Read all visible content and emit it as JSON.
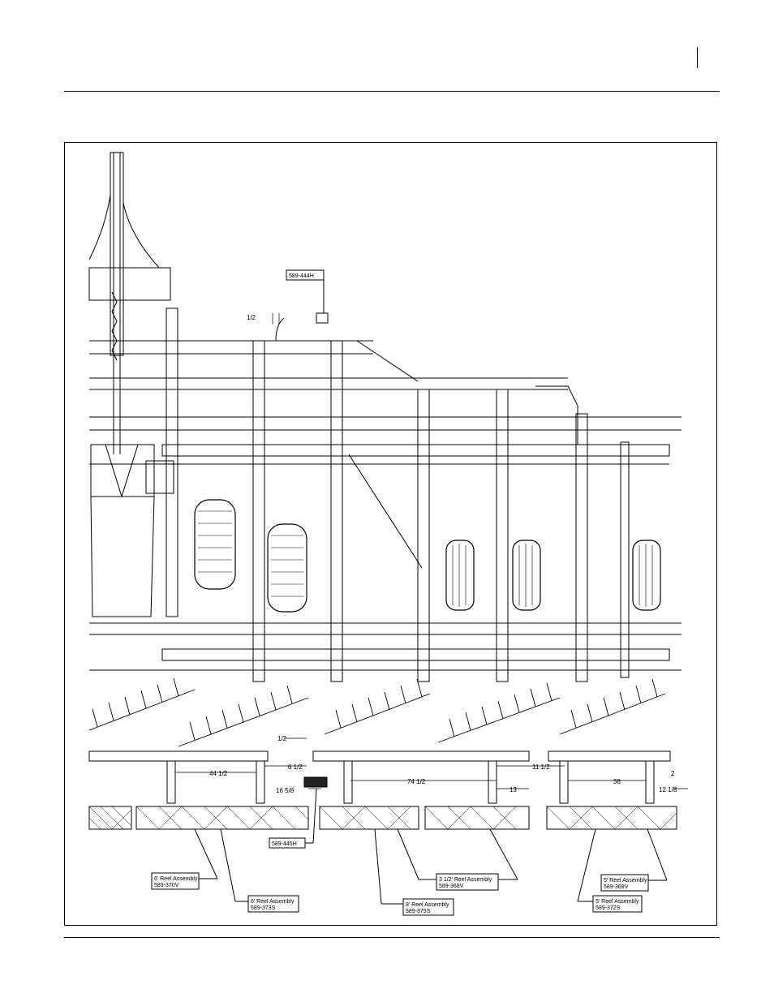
{
  "dimensions": {
    "d1": "1/2",
    "d2": "1/2",
    "d3": "6 1/2",
    "d4": "44 1/2",
    "d5": "16 5/8",
    "d6": "74 1/2",
    "d7": "11 1/2",
    "d8": "13",
    "d9": "38",
    "d10": "2",
    "d11": "12 1/8"
  },
  "parts": {
    "p1": "589-444H",
    "p2": "589-445H"
  },
  "callouts": {
    "c1": {
      "name": "6' Reel Assembly",
      "part": "589-370V"
    },
    "c2": {
      "name": "6' Reel Assembly",
      "part": "589-373S"
    },
    "c3": {
      "name": "3 1/2' Reel Assembly",
      "part": "589-368V"
    },
    "c4": {
      "name": "8' Reel Assembly",
      "part": "589-375S"
    },
    "c5": {
      "name": "5' Reel Assembly",
      "part": "589-369V"
    },
    "c6": {
      "name": "5' Reel Assembly",
      "part": "589-372S"
    }
  }
}
